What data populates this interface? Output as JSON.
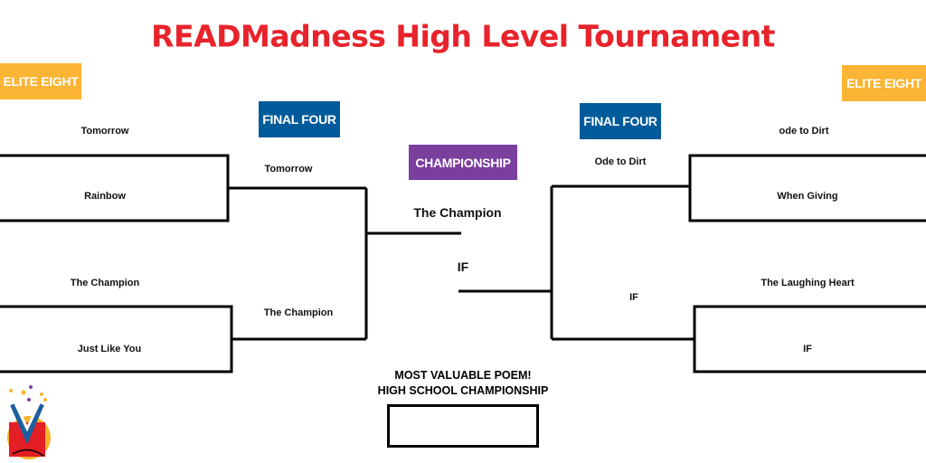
{
  "title": "READMadness High Level Tournament",
  "labels": {
    "elite_eight": "ELITE EIGHT",
    "final_four": "FINAL FOUR",
    "championship": "CHAMPIONSHIP"
  },
  "left": {
    "elite_eight": [
      "Tomorrow",
      "Rainbow",
      "The Champion",
      "Just Like You"
    ],
    "final_four": [
      "Tomorrow",
      "The Champion"
    ]
  },
  "right": {
    "elite_eight": [
      "ode to Dirt",
      "When Giving",
      "The Laughing Heart",
      "IF"
    ],
    "final_four": [
      "Ode to Dirt",
      "IF"
    ]
  },
  "championship": {
    "left": "The Champion",
    "right": "IF"
  },
  "mvp": {
    "line1": "MOST VALUABLE POEM!",
    "line2": "HIGH SCHOOL CHAMPIONSHIP",
    "value": ""
  },
  "colors": {
    "title": "#e8232b",
    "elite": "#fbb433",
    "final": "#005b9a",
    "champ": "#7b3f9e"
  }
}
